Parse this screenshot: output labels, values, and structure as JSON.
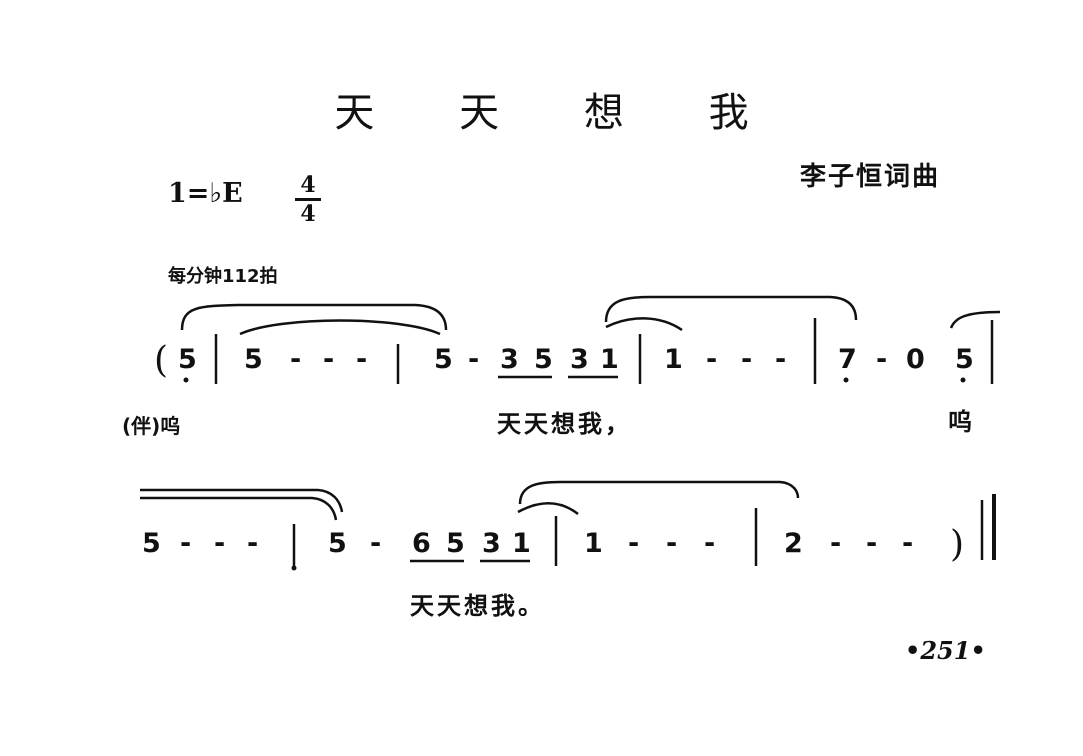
{
  "title": "天 天 想 我",
  "composer": "李子恒词曲",
  "key": {
    "signature": "1=♭E",
    "time_top": "4",
    "time_bottom": "4"
  },
  "tempo": "每分钟112拍",
  "line1": {
    "notes": [
      "(",
      "5",
      "5",
      "-",
      "-",
      "-",
      "5",
      "-",
      "3",
      "5",
      "3",
      "1",
      "1",
      "-",
      "-",
      "-",
      "7",
      "-",
      "0",
      "5"
    ],
    "lyric_accomp": "(伴)呜",
    "lyric_main": "天天想我，",
    "lyric_end": "呜"
  },
  "line2": {
    "notes": [
      "5",
      "-",
      "-",
      "-",
      "5",
      "-",
      "6",
      "5",
      "3",
      "1",
      "1",
      "-",
      "-",
      "-",
      "2",
      "-",
      "-",
      "-",
      ")"
    ],
    "lyric_main": "天天想我。"
  },
  "page_number": "•251•"
}
